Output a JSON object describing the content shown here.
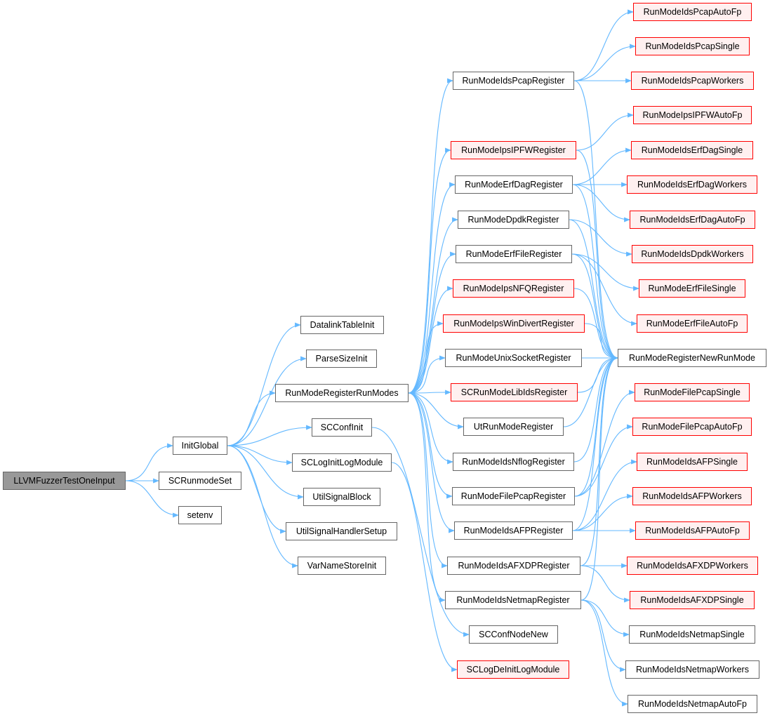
{
  "graph": {
    "colors": {
      "edge": "#63b8ff",
      "node_border": "#666666",
      "red_border": "#ff0000",
      "red_fill": "#fff0f0",
      "current_fill": "#999999"
    },
    "nodes": [
      {
        "id": "llvm",
        "label": "LLVMFuzzerTestOneInput",
        "kind": "current"
      },
      {
        "id": "initglobal",
        "label": "InitGlobal",
        "kind": "normal"
      },
      {
        "id": "scrunmodeset",
        "label": "SCRunmodeSet",
        "kind": "normal"
      },
      {
        "id": "setenv",
        "label": "setenv",
        "kind": "normal"
      },
      {
        "id": "datalink",
        "label": "DatalinkTableInit",
        "kind": "normal"
      },
      {
        "id": "parsesize",
        "label": "ParseSizeInit",
        "kind": "normal"
      },
      {
        "id": "rmregrunmodes",
        "label": "RunModeRegisterRunModes",
        "kind": "normal"
      },
      {
        "id": "scconfinit",
        "label": "SCConfInit",
        "kind": "normal"
      },
      {
        "id": "scloginit",
        "label": "SCLogInitLogModule",
        "kind": "normal"
      },
      {
        "id": "utilsignalblock",
        "label": "UtilSignalBlock",
        "kind": "normal"
      },
      {
        "id": "utilsignalhandler",
        "label": "UtilSignalHandlerSetup",
        "kind": "normal"
      },
      {
        "id": "varnamestore",
        "label": "VarNameStoreInit",
        "kind": "normal"
      },
      {
        "id": "pcapreg",
        "label": "RunModeIdsPcapRegister",
        "kind": "normal"
      },
      {
        "id": "ipfwreg",
        "label": "RunModeIpsIPFWRegister",
        "kind": "red"
      },
      {
        "id": "erfdagreg",
        "label": "RunModeErfDagRegister",
        "kind": "normal"
      },
      {
        "id": "dpdkreg",
        "label": "RunModeDpdkRegister",
        "kind": "normal"
      },
      {
        "id": "erffilereg",
        "label": "RunModeErfFileRegister",
        "kind": "normal"
      },
      {
        "id": "nfqreg",
        "label": "RunModeIpsNFQRegister",
        "kind": "red"
      },
      {
        "id": "windivertreg",
        "label": "RunModeIpsWinDivertRegister",
        "kind": "red"
      },
      {
        "id": "unixsockreg",
        "label": "RunModeUnixSocketRegister",
        "kind": "normal"
      },
      {
        "id": "sclibidsreg",
        "label": "SCRunModeLibIdsRegister",
        "kind": "red"
      },
      {
        "id": "utrmreg",
        "label": "UtRunModeRegister",
        "kind": "normal"
      },
      {
        "id": "nflogreg",
        "label": "RunModeIdsNflogRegister",
        "kind": "normal"
      },
      {
        "id": "filepcapreg",
        "label": "RunModeFilePcapRegister",
        "kind": "normal"
      },
      {
        "id": "afpreg",
        "label": "RunModeIdsAFPRegister",
        "kind": "normal"
      },
      {
        "id": "afxdpreg",
        "label": "RunModeIdsAFXDPRegister",
        "kind": "normal"
      },
      {
        "id": "netmapreg",
        "label": "RunModeIdsNetmapRegister",
        "kind": "normal"
      },
      {
        "id": "scconfnodenew",
        "label": "SCConfNodeNew",
        "kind": "normal"
      },
      {
        "id": "scdeinit",
        "label": "SCLogDeInitLogModule",
        "kind": "red"
      },
      {
        "id": "pcapautofp",
        "label": "RunModeIdsPcapAutoFp",
        "kind": "red"
      },
      {
        "id": "pcapsingle",
        "label": "RunModeIdsPcapSingle",
        "kind": "red"
      },
      {
        "id": "pcapworkers",
        "label": "RunModeIdsPcapWorkers",
        "kind": "red"
      },
      {
        "id": "ipfwautofp",
        "label": "RunModeIpsIPFWAutoFp",
        "kind": "red"
      },
      {
        "id": "erfdagsingle",
        "label": "RunModeIdsErfDagSingle",
        "kind": "red"
      },
      {
        "id": "erfdagworkers",
        "label": "RunModeIdsErfDagWorkers",
        "kind": "red"
      },
      {
        "id": "erfdagautofp",
        "label": "RunModeIdsErfDagAutoFp",
        "kind": "red"
      },
      {
        "id": "dpdkworkers",
        "label": "RunModeIdsDpdkWorkers",
        "kind": "red"
      },
      {
        "id": "erffilesingle",
        "label": "RunModeErfFileSingle",
        "kind": "red"
      },
      {
        "id": "erffileautofp",
        "label": "RunModeErfFileAutoFp",
        "kind": "red"
      },
      {
        "id": "newrunmode",
        "label": "RunModeRegisterNewRunMode",
        "kind": "normal"
      },
      {
        "id": "filepcapsingle",
        "label": "RunModeFilePcapSingle",
        "kind": "red"
      },
      {
        "id": "filepcapautofp",
        "label": "RunModeFilePcapAutoFp",
        "kind": "red"
      },
      {
        "id": "afpsingle",
        "label": "RunModeIdsAFPSingle",
        "kind": "red"
      },
      {
        "id": "afpworkers",
        "label": "RunModeIdsAFPWorkers",
        "kind": "red"
      },
      {
        "id": "afpautofp",
        "label": "RunModeIdsAFPAutoFp",
        "kind": "red"
      },
      {
        "id": "afxdpworkers",
        "label": "RunModeIdsAFXDPWorkers",
        "kind": "red"
      },
      {
        "id": "afxdpsingle",
        "label": "RunModeIdsAFXDPSingle",
        "kind": "red"
      },
      {
        "id": "netmapsingle",
        "label": "RunModeIdsNetmapSingle",
        "kind": "normal"
      },
      {
        "id": "netmapworkers",
        "label": "RunModeIdsNetmapWorkers",
        "kind": "normal"
      },
      {
        "id": "netmapautofp",
        "label": "RunModeIdsNetmapAutoFp",
        "kind": "normal"
      }
    ],
    "edges": [
      [
        "llvm",
        "initglobal"
      ],
      [
        "llvm",
        "scrunmodeset"
      ],
      [
        "llvm",
        "setenv"
      ],
      [
        "initglobal",
        "datalink"
      ],
      [
        "initglobal",
        "parsesize"
      ],
      [
        "initglobal",
        "rmregrunmodes"
      ],
      [
        "initglobal",
        "scconfinit"
      ],
      [
        "initglobal",
        "scloginit"
      ],
      [
        "initglobal",
        "utilsignalblock"
      ],
      [
        "initglobal",
        "utilsignalhandler"
      ],
      [
        "initglobal",
        "varnamestore"
      ],
      [
        "rmregrunmodes",
        "pcapreg"
      ],
      [
        "rmregrunmodes",
        "ipfwreg"
      ],
      [
        "rmregrunmodes",
        "erfdagreg"
      ],
      [
        "rmregrunmodes",
        "dpdkreg"
      ],
      [
        "rmregrunmodes",
        "erffilereg"
      ],
      [
        "rmregrunmodes",
        "nfqreg"
      ],
      [
        "rmregrunmodes",
        "windivertreg"
      ],
      [
        "rmregrunmodes",
        "unixsockreg"
      ],
      [
        "rmregrunmodes",
        "sclibidsreg"
      ],
      [
        "rmregrunmodes",
        "utrmreg"
      ],
      [
        "rmregrunmodes",
        "nflogreg"
      ],
      [
        "rmregrunmodes",
        "filepcapreg"
      ],
      [
        "rmregrunmodes",
        "afpreg"
      ],
      [
        "rmregrunmodes",
        "afxdpreg"
      ],
      [
        "rmregrunmodes",
        "netmapreg"
      ],
      [
        "scconfinit",
        "scconfnodenew"
      ],
      [
        "scloginit",
        "scdeinit"
      ],
      [
        "pcapreg",
        "pcapautofp"
      ],
      [
        "pcapreg",
        "pcapsingle"
      ],
      [
        "pcapreg",
        "pcapworkers"
      ],
      [
        "pcapreg",
        "newrunmode"
      ],
      [
        "ipfwreg",
        "ipfwautofp"
      ],
      [
        "ipfwreg",
        "newrunmode"
      ],
      [
        "erfdagreg",
        "erfdagsingle"
      ],
      [
        "erfdagreg",
        "erfdagworkers"
      ],
      [
        "erfdagreg",
        "erfdagautofp"
      ],
      [
        "erfdagreg",
        "newrunmode"
      ],
      [
        "dpdkreg",
        "dpdkworkers"
      ],
      [
        "dpdkreg",
        "newrunmode"
      ],
      [
        "erffilereg",
        "erffilesingle"
      ],
      [
        "erffilereg",
        "erffileautofp"
      ],
      [
        "erffilereg",
        "newrunmode"
      ],
      [
        "nfqreg",
        "newrunmode"
      ],
      [
        "windivertreg",
        "newrunmode"
      ],
      [
        "unixsockreg",
        "newrunmode"
      ],
      [
        "sclibidsreg",
        "newrunmode"
      ],
      [
        "utrmreg",
        "newrunmode"
      ],
      [
        "nflogreg",
        "newrunmode"
      ],
      [
        "filepcapreg",
        "filepcapsingle"
      ],
      [
        "filepcapreg",
        "filepcapautofp"
      ],
      [
        "filepcapreg",
        "newrunmode"
      ],
      [
        "afpreg",
        "afpsingle"
      ],
      [
        "afpreg",
        "afpworkers"
      ],
      [
        "afpreg",
        "afpautofp"
      ],
      [
        "afpreg",
        "newrunmode"
      ],
      [
        "afxdpreg",
        "afxdpworkers"
      ],
      [
        "afxdpreg",
        "afxdpsingle"
      ],
      [
        "afxdpreg",
        "newrunmode"
      ],
      [
        "netmapreg",
        "netmapsingle"
      ],
      [
        "netmapreg",
        "netmapworkers"
      ],
      [
        "netmapreg",
        "netmapautofp"
      ],
      [
        "netmapreg",
        "newrunmode"
      ]
    ]
  }
}
